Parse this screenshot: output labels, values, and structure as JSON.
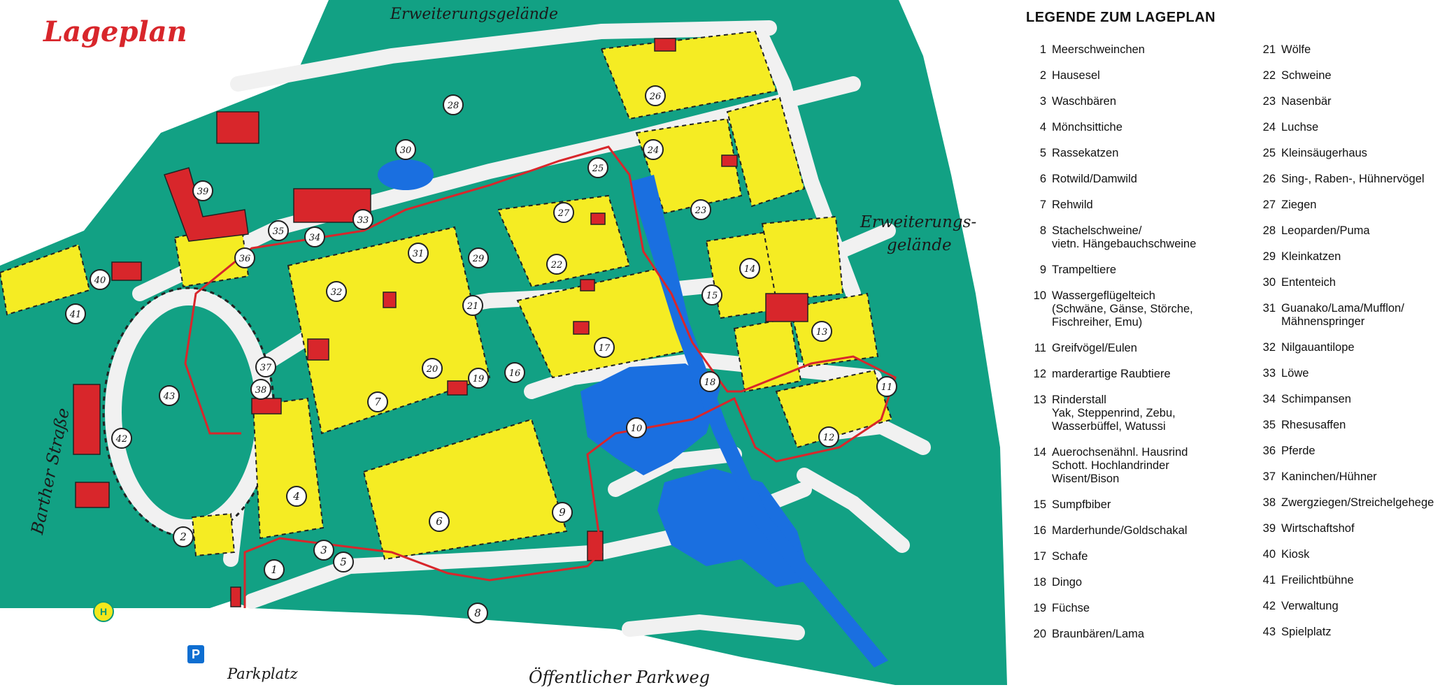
{
  "title": "Lageplan",
  "map_labels": {
    "top": "Erweiterungsgelände",
    "right_line1": "Erweiterungs-",
    "right_line2": "gelände",
    "road": "Barther Straße",
    "parking": "Parkplatz",
    "path": "Öffentlicher Parkweg"
  },
  "symbols": {
    "bus": "H",
    "parking": "P"
  },
  "colors": {
    "green": "#12a184",
    "yellow": "#f5ec23",
    "red": "#d8262b",
    "blue": "#1a6fe0",
    "path": "#f1f1f1"
  },
  "legend": {
    "title": "LEGENDE ZUM LAGEPLAN",
    "items": [
      {
        "num": "1",
        "text": "Meerschweinchen"
      },
      {
        "num": "2",
        "text": "Hausesel"
      },
      {
        "num": "3",
        "text": "Waschbären"
      },
      {
        "num": "4",
        "text": "Mönchsittiche"
      },
      {
        "num": "5",
        "text": "Rassekatzen"
      },
      {
        "num": "6",
        "text": "Rotwild/Damwild"
      },
      {
        "num": "7",
        "text": "Rehwild"
      },
      {
        "num": "8",
        "text": "Stachelschweine/\nvietn. Hängebauchschweine"
      },
      {
        "num": "9",
        "text": "Trampeltiere"
      },
      {
        "num": "10",
        "text": "Wassergeflügelteich\n(Schwäne, Gänse, Störche,\nFischreiher, Emu)"
      },
      {
        "num": "11",
        "text": "Greifvögel/Eulen"
      },
      {
        "num": "12",
        "text": "marderartige Raubtiere"
      },
      {
        "num": "13",
        "text": "Rinderstall\nYak, Steppenrind, Zebu,\nWasserbüffel, Watussi"
      },
      {
        "num": "14",
        "text": "Auerochsenähnl. Hausrind\nSchott. Hochlandrinder\nWisent/Bison"
      },
      {
        "num": "15",
        "text": "Sumpfbiber"
      },
      {
        "num": "16",
        "text": "Marderhunde/Goldschakal"
      },
      {
        "num": "17",
        "text": "Schafe"
      },
      {
        "num": "18",
        "text": "Dingo"
      },
      {
        "num": "19",
        "text": "Füchse"
      },
      {
        "num": "20",
        "text": "Braunbären/Lama"
      },
      {
        "num": "21",
        "text": "Wölfe"
      },
      {
        "num": "22",
        "text": "Schweine"
      },
      {
        "num": "23",
        "text": "Nasenbär"
      },
      {
        "num": "24",
        "text": "Luchse"
      },
      {
        "num": "25",
        "text": "Kleinsäugerhaus"
      },
      {
        "num": "26",
        "text": "Sing-, Raben-, Hühnervögel"
      },
      {
        "num": "27",
        "text": "Ziegen"
      },
      {
        "num": "28",
        "text": "Leoparden/Puma"
      },
      {
        "num": "29",
        "text": "Kleinkatzen"
      },
      {
        "num": "30",
        "text": "Ententeich"
      },
      {
        "num": "31",
        "text": "Guanako/Lama/Mufflon/\nMähnenspringer"
      },
      {
        "num": "32",
        "text": "Nilgauantilope"
      },
      {
        "num": "33",
        "text": "Löwe"
      },
      {
        "num": "34",
        "text": "Schimpansen"
      },
      {
        "num": "35",
        "text": "Rhesusaffen"
      },
      {
        "num": "36",
        "text": "Pferde"
      },
      {
        "num": "37",
        "text": "Kaninchen/Hühner"
      },
      {
        "num": "38",
        "text": "Zwergziegen/Streichelgehege"
      },
      {
        "num": "39",
        "text": "Wirtschaftshof"
      },
      {
        "num": "40",
        "text": "Kiosk"
      },
      {
        "num": "41",
        "text": "Freilichtbühne"
      },
      {
        "num": "42",
        "text": "Verwaltung"
      },
      {
        "num": "43",
        "text": "Spielplatz"
      }
    ]
  },
  "markers": [
    "1",
    "2",
    "3",
    "4",
    "5",
    "6",
    "7",
    "8",
    "9",
    "10",
    "11",
    "12",
    "13",
    "14",
    "15",
    "16",
    "17",
    "18",
    "19",
    "20",
    "21",
    "22",
    "23",
    "24",
    "25",
    "26",
    "27",
    "28",
    "29",
    "30",
    "31",
    "32",
    "33",
    "34",
    "35",
    "36",
    "37",
    "38",
    "39",
    "40",
    "41",
    "42",
    "43"
  ]
}
